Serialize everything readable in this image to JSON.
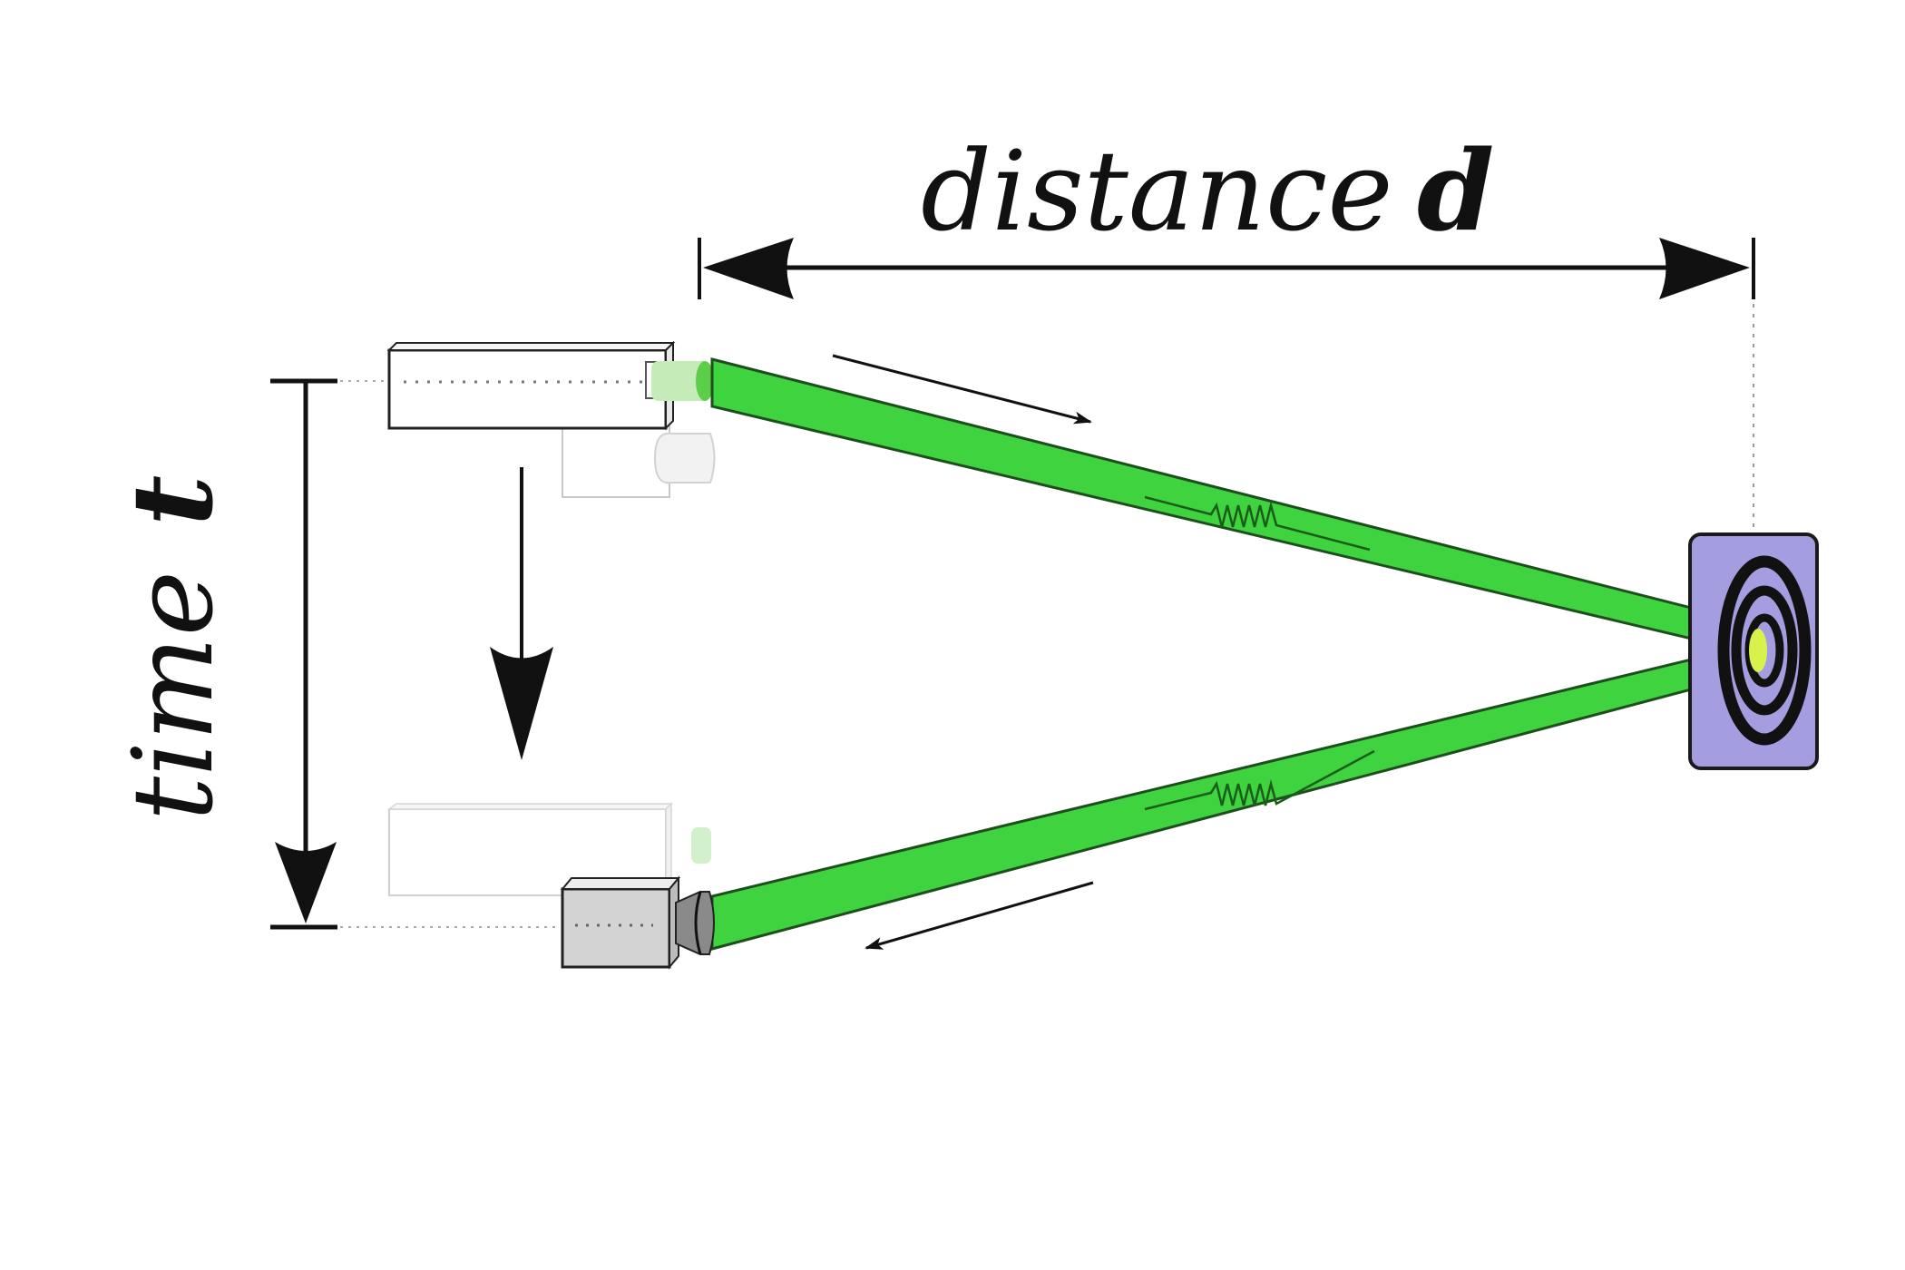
{
  "labels": {
    "distance_word": "distance",
    "distance_symbol": "d",
    "time_word": "time",
    "time_symbol": "t"
  },
  "colors": {
    "beam": "#3fd43f",
    "beam_outline": "#1e4d1e",
    "emitter_lens": "#8ee37a",
    "target_panel": "#a49ee0",
    "target_rings": "#111111",
    "ink": "#111111",
    "ghost": "#bdbdbd",
    "wave": "#1a5c1a"
  },
  "icons": {
    "top_device": "laser-rangefinder-icon",
    "bottom_device": "laser-receiver-icon",
    "target": "reflector-target-icon"
  }
}
